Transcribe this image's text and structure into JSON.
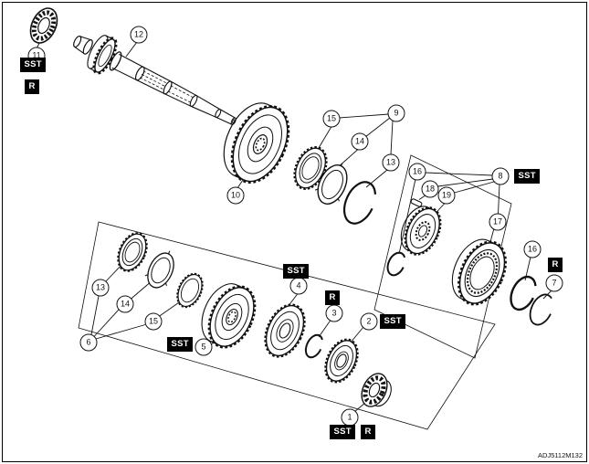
{
  "figure": {
    "part_code": "ADJ5112M132",
    "ink_color": "#111111",
    "paper_color": "#ffffff",
    "callouts": [
      {
        "n": "11"
      },
      {
        "n": "12"
      },
      {
        "n": "10"
      },
      {
        "n": "15"
      },
      {
        "n": "9"
      },
      {
        "n": "14"
      },
      {
        "n": "13"
      },
      {
        "n": "16"
      },
      {
        "n": "18"
      },
      {
        "n": "19"
      },
      {
        "n": "8"
      },
      {
        "n": "17"
      },
      {
        "n": "16"
      },
      {
        "n": "7"
      },
      {
        "n": "13"
      },
      {
        "n": "14"
      },
      {
        "n": "15"
      },
      {
        "n": "6"
      },
      {
        "n": "5"
      },
      {
        "n": "4"
      },
      {
        "n": "3"
      },
      {
        "n": "2"
      },
      {
        "n": "1"
      }
    ],
    "tags": [
      {
        "label": "SST"
      },
      {
        "label": "R"
      },
      {
        "label": "SST"
      },
      {
        "label": "R"
      },
      {
        "label": "SST"
      },
      {
        "label": "R"
      },
      {
        "label": "SST"
      },
      {
        "label": "SST"
      },
      {
        "label": "SST"
      },
      {
        "label": "R"
      }
    ]
  }
}
